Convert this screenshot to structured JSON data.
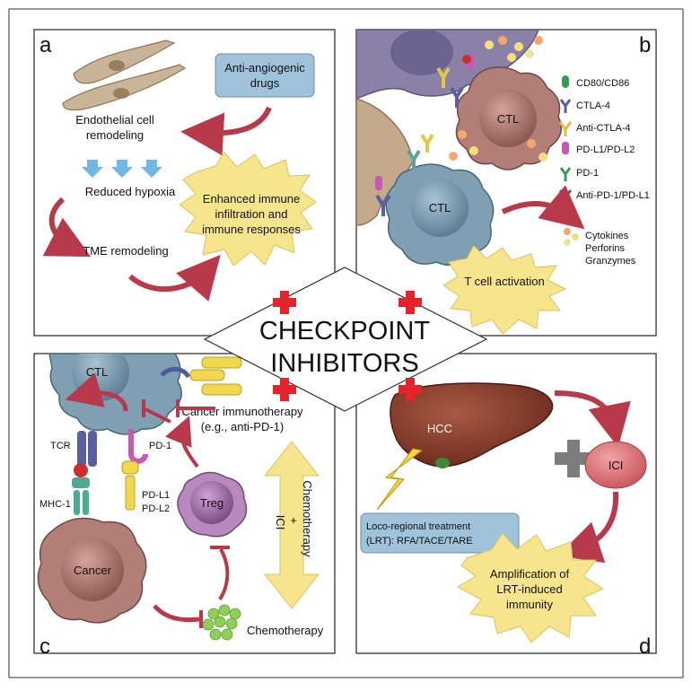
{
  "title_line1": "CHECKPOINT",
  "title_line2": "INHIBITORS",
  "panel_a": {
    "letter": "a",
    "drug_line1": "Anti-angiogenic",
    "drug_line2": "drugs",
    "endo_line1": "Endothelial cell",
    "endo_line2": "remodeling",
    "hypoxia": "Reduced hypoxia",
    "tme": "TME remodeling",
    "enh_line1": "Enhanced immune",
    "enh_line2": "infiltration and",
    "enh_line3": "immune responses"
  },
  "panel_b": {
    "letter": "b",
    "ctl_top": "CTL",
    "ctl_bottom": "CTL",
    "legend": [
      "CD80/CD86",
      "CTLA-4",
      "Anti-CTLA-4",
      "PD-L1/PD-L2",
      "PD-1",
      "Anti-PD-1/PD-L1"
    ],
    "cyto1": "Cytokines",
    "cyto2": "Perforins",
    "cyto3": "Granzymes",
    "activation": "T cell activation"
  },
  "panel_c": {
    "letter": "c",
    "ctl": "CTL",
    "imm_line1": "Cancer immunotherapy",
    "imm_line2": "(e.g., anti-PD-1)",
    "tcr": "TCR",
    "pd1": "PD-1",
    "mhc": "MHC-1",
    "pdl1": "PD-L1",
    "pdl2": "PD-L2",
    "treg": "Treg",
    "cancer": "Cancer",
    "chemo_ici1": "Chemotherapy",
    "chemo_ici2": "+",
    "chemo_ici3": "ICI",
    "chemo": "Chemotherapy"
  },
  "panel_d": {
    "letter": "d",
    "hcc": "HCC",
    "ici": "ICI",
    "lrt_line1": "Loco-regional treatment",
    "lrt_line2": "(LRT): RFA/TACE/TARE",
    "amp_line1": "Amplification of",
    "amp_line2": "LRT-induced",
    "amp_line3": "immunity"
  },
  "colors": {
    "arrow": "#b8394a",
    "star": "#f7e58e",
    "ctl_blue": "#7f9fb3",
    "ctl_red": "#b37e76",
    "treg": "#a272ac",
    "ici": "#e2757a",
    "liver": "#8a3d2b",
    "box_blue": "#9fc3db"
  }
}
